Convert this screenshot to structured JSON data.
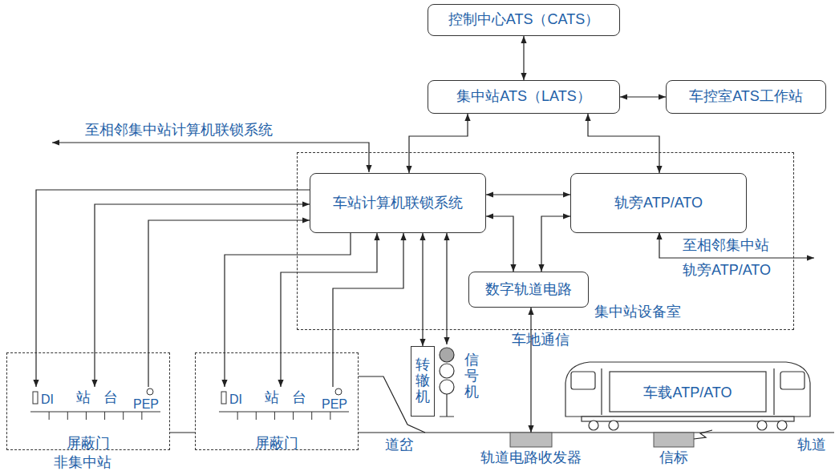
{
  "diagram": {
    "nodes": [
      {
        "text": [
          "控制中心ATS（CATS）"
        ]
      },
      {
        "text": [
          "集中站ATS（LATS）"
        ]
      },
      {
        "text": [
          "车控室ATS工作站"
        ]
      },
      {
        "text": [
          "集中站设备室"
        ]
      },
      {
        "text": [
          "车站计算机联锁系统"
        ],
        "in": 3
      },
      {
        "text": [
          "轨旁ATP/ATO"
        ],
        "in": 3
      },
      {
        "text": [
          "数字轨道电路"
        ],
        "in": 3
      },
      {
        "text": [
          "屏蔽门",
          "非集中站"
        ]
      },
      {
        "text": [
          "DI",
          "站台",
          "PEP"
        ],
        "in": 7
      },
      {
        "text": [
          "屏蔽门"
        ]
      },
      {
        "text": [
          "DI",
          "站台",
          "PEP"
        ],
        "in": 9
      },
      {
        "text": [
          "转辙机"
        ]
      },
      {
        "text": [
          "信号机"
        ]
      },
      {
        "text": [
          "车载ATP/ATO"
        ]
      },
      {
        "text": [
          "轨道电路收发器"
        ]
      },
      {
        "text": [
          "信标"
        ]
      }
    ],
    "edges": [
      {
        "from": 0,
        "to": 1,
        "arrow": "both"
      },
      {
        "from": 1,
        "to": 2,
        "arrow": "both"
      },
      {
        "from": 1,
        "to": 4,
        "arrow": "both"
      },
      {
        "from": 1,
        "to": 5,
        "arrow": "both"
      },
      {
        "from": 4,
        "to": 5,
        "arrow": "both"
      },
      {
        "from": 4,
        "to": 6,
        "arrow": "both"
      },
      {
        "from": 5,
        "to": 6,
        "arrow": "both"
      },
      {
        "from": 6,
        "to": 14,
        "arrow": "both"
      },
      {
        "from": 4,
        "to": 11,
        "arrow": "both"
      },
      {
        "from": 4,
        "to": 12,
        "arrow": "both"
      },
      {
        "from": 4,
        "to": 8,
        "arrow": "to"
      },
      {
        "from": 4,
        "to": 8,
        "arrow": "both"
      },
      {
        "from": 8,
        "to": 4,
        "arrow": "to"
      },
      {
        "from": 4,
        "to": 10,
        "arrow": "to"
      },
      {
        "from": 4,
        "to": 10,
        "arrow": "both"
      },
      {
        "from": 10,
        "to": 4,
        "arrow": "to"
      },
      {
        "from": 15,
        "to": 13,
        "arrow": "none"
      }
    ],
    "labels": [
      "至相邻集中站计算机联锁系统",
      "至相邻集中站",
      "轨旁ATP/ATO",
      "车地通信",
      "道岔",
      "轨道"
    ]
  }
}
